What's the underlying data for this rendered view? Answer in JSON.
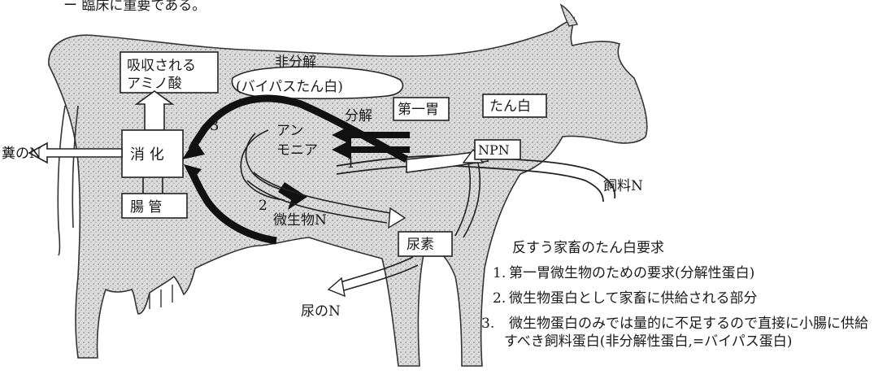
{
  "top_fragment": "ー 臨床に重要である。",
  "labels": {
    "absorbed_amino_acids_line1": "吸収される",
    "absorbed_amino_acids_line2": "アミノ酸",
    "nondegraded": "非分解",
    "bypass_protein": "(バイパスたん白)",
    "rumen": "第一胃",
    "protein": "たん白",
    "degraded": "分解",
    "ammonia_line1": "アン",
    "ammonia_line2": "モニア",
    "num_1": "1",
    "num_2": "2",
    "num_3": "3",
    "npn": "NPN",
    "feed_n": "飼料N",
    "fecal_n": "糞のN",
    "digestion": "消 化",
    "intestine": "腸 管",
    "microbial_n": "微生物N",
    "urea": "尿素",
    "urinary_n": "尿のN"
  },
  "legend": {
    "title": "反すう家畜のたん白要求",
    "items": [
      {
        "num": "1.",
        "text": "第一胃微生物のための要求(分解性蛋白)"
      },
      {
        "num": "2.",
        "text": "微生物蛋白として家畜に供給される部分"
      },
      {
        "num": "3.",
        "text": "微生物蛋白のみでは量的に不足するので直接に小腸に供給すべき飼料蛋白(非分解性蛋白,=バイパス蛋白)"
      }
    ]
  }
}
